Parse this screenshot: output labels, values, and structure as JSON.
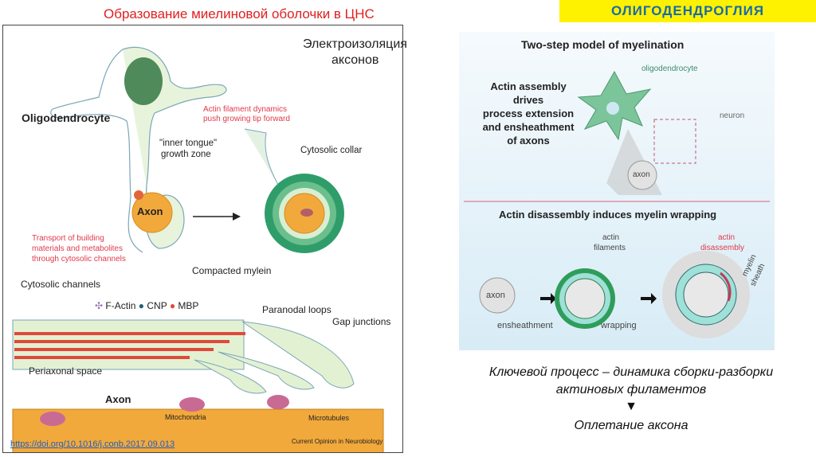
{
  "slide": {
    "title": "Образование миелиновой оболочки в ЦНС",
    "banner": "ОЛИГОДЕНДРОГЛИЯ",
    "colors": {
      "title": "#e02020",
      "banner_bg": "#fff200",
      "banner_text": "#1a6aa8",
      "label_red": "#e03a4c"
    }
  },
  "left_figure": {
    "note_line1": "Электроизоляция",
    "note_line2": "аксонов",
    "labels": {
      "oligodendrocyte": "Oligodendrocyte",
      "actin_dyn_1": "Actin filament dynamics",
      "actin_dyn_2": "push growing tip forward",
      "inner_tongue_1": "\"inner tongue\"",
      "inner_tongue_2": "growth zone",
      "cytosolic_collar": "Cytosolic collar",
      "axon_circle": "Axon",
      "transport_1": "Transport of building",
      "transport_2": "materials and metabolites",
      "transport_3": "through cytosolic channels",
      "compacted": "Compacted mylein",
      "cyto_channels": "Cytosolic channels",
      "legend_factin": "F-Actin",
      "legend_cnp": "CNP",
      "legend_mbp": "MBP",
      "paranodal": "Paranodal loops",
      "gap": "Gap junctions",
      "periaxonal": "Periaxonal space",
      "axon_long": "Axon",
      "mito": "Mitochondria",
      "microtubules": "Microtubules",
      "source": "Current Opinion in Neurobiology"
    },
    "doi_link": "https://doi.org/10.1016/j.conb.2017.09.013"
  },
  "right_figure": {
    "title": "Two-step model of myelination",
    "step1_text": [
      "Actin assembly",
      "drives",
      "process extension",
      "and ensheathment",
      "of axons"
    ],
    "oligodendrocyte": "oligodendrocyte",
    "neuron": "neuron",
    "axon": "axon",
    "step2_title": "Actin disassembly induces myelin wrapping",
    "axon2": "axon",
    "ensheathment": "ensheathment",
    "actin_filaments_1": "actin",
    "actin_filaments_2": "filaments",
    "wrapping": "wrapping",
    "actin_disassembly_1": "actin",
    "actin_disassembly_2": "disassembly",
    "myelin_sheath_1": "myelin",
    "myelin_sheath_2": "sheath"
  },
  "conclusion": {
    "line1": "Ключевой процесс – динамика сборки-разборки",
    "line2": "актиновых филаментов",
    "arrow": "▼",
    "line3": "Оплетание аксона"
  }
}
